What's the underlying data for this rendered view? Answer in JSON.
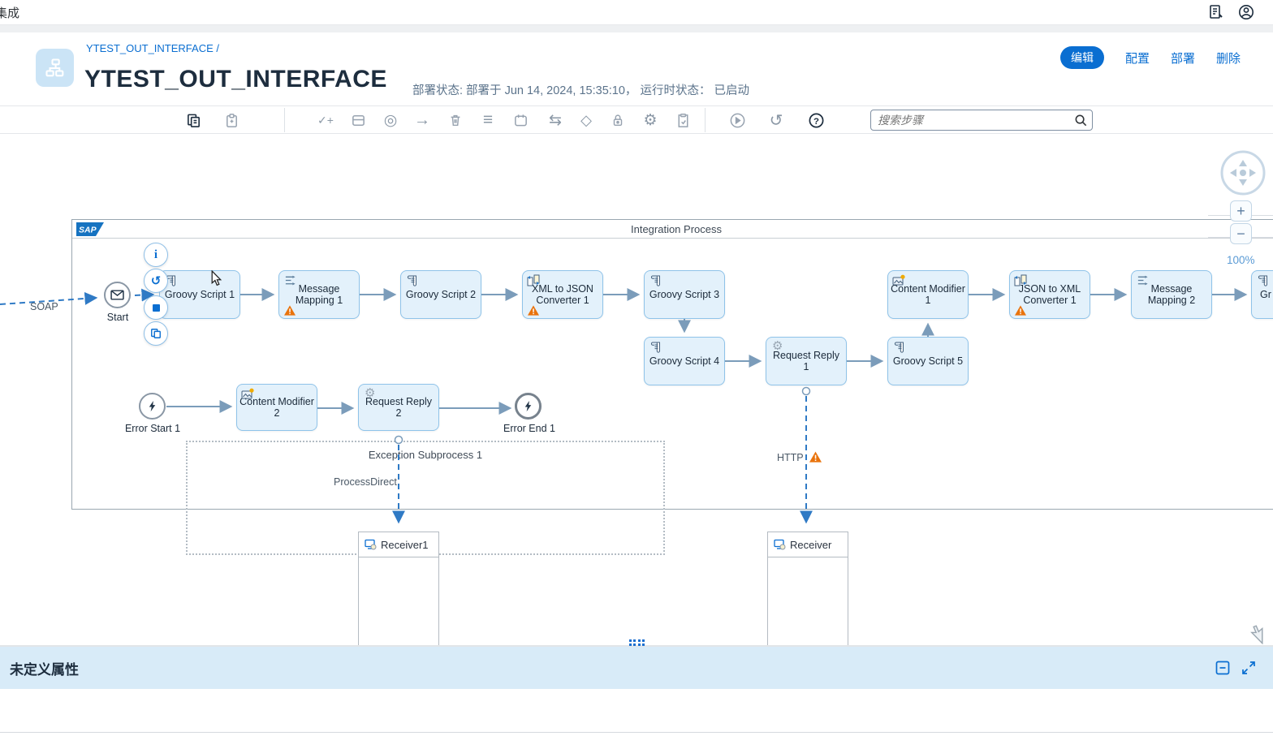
{
  "colors": {
    "accent": "#0a6ed1",
    "warning": "#e9730c",
    "node_fill": "#e3f1fb",
    "node_border": "#8fc3e9",
    "sequence_flow": "#7b9cba",
    "message_flow": "#2f7ac5"
  },
  "topbar": {
    "app_label": "集成"
  },
  "header": {
    "breadcrumb": "YTEST_OUT_INTERFACE /",
    "title": "YTEST_OUT_INTERFACE",
    "status": "部署状态: 部署于 Jun 14, 2024, 15:35:10， 运行时状态： 已启动",
    "actions": {
      "edit": "编辑",
      "configure": "配置",
      "deploy": "部署",
      "delete": "删除"
    }
  },
  "toolbar": {
    "search_placeholder": "搜索步骤"
  },
  "icons": {
    "validate": "✓+",
    "process": "◎",
    "arrow_right": "→",
    "menu": "≡",
    "route": "⇆",
    "gateway": "◇",
    "persist": "⚙",
    "play": "▶",
    "reset": "↺",
    "help": "?",
    "info": "i",
    "restart": "↺",
    "gear": "⚙",
    "plus": "+",
    "minus": "−"
  },
  "canvas": {
    "pool_title": "Integration Process",
    "sap_logo": "SAP",
    "sender_label": "SOAP",
    "zoom_level": "100%",
    "subprocess_title": "Exception Subprocess 1",
    "labels": {
      "process_direct": "ProcessDirect",
      "http": "HTTP"
    },
    "events": {
      "start": "Start",
      "error_start": "Error Start 1",
      "error_end": "Error End 1"
    },
    "nodes": {
      "gs1": "Groovy Script 1",
      "mm1": "Message Mapping 1",
      "gs2": "Groovy Script 2",
      "x2j": "XML to JSON Converter 1",
      "gs3": "Groovy Script 3",
      "cm1": "Content Modifier 1",
      "j2x": "JSON to XML Converter 1",
      "mm2": "Message Mapping 2",
      "gs6": "Gr",
      "gs4": "Groovy Script 4",
      "rr1": "Request Reply 1",
      "gs5": "Groovy Script 5",
      "cm2": "Content Modifier 2",
      "rr2": "Request Reply 2"
    },
    "receivers": {
      "r1": "Receiver1",
      "r2": "Receiver"
    }
  },
  "bottom_panel": {
    "title": "未定义属性"
  }
}
